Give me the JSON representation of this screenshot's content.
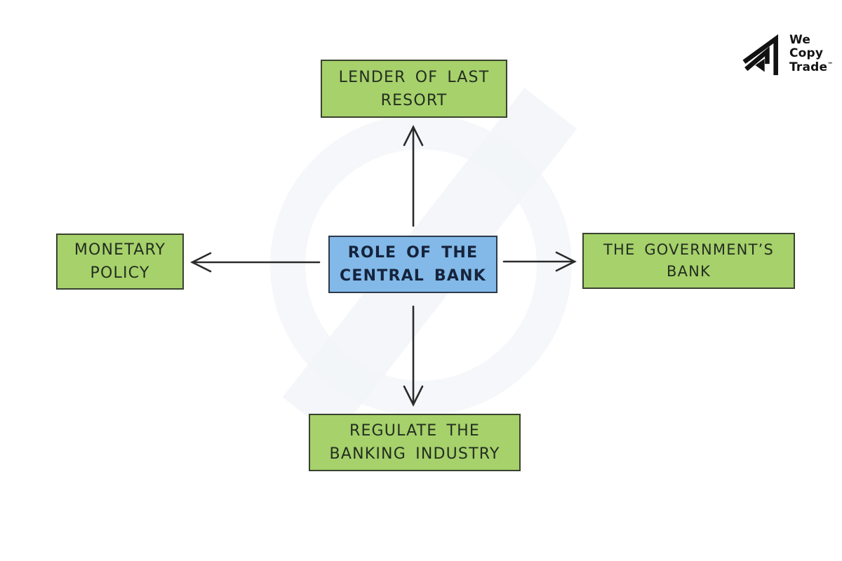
{
  "logo": {
    "line1": "We",
    "line2": "Copy",
    "line3": "Trade",
    "tm": "™",
    "color": "#121212"
  },
  "diagram": {
    "title": "Role of the Central Bank",
    "center": {
      "line1": "ROLE OF THE",
      "line2": "CENTRAL BANK",
      "fill": "#82b9e8",
      "border": "#2c3a4a"
    },
    "nodes": {
      "top": {
        "line1": "LENDER OF LAST",
        "line2": "RESORT",
        "fill": "#a6d16b"
      },
      "left": {
        "line1": "MONETARY",
        "line2": "POLICY",
        "fill": "#a6d16b"
      },
      "right": {
        "line1": "THE GOVERNMENT’S",
        "line2": "BANK",
        "fill": "#a6d16b"
      },
      "bottom": {
        "line1": "REGULATE THE",
        "line2": "BANKING INDUSTRY",
        "fill": "#a6d16b"
      }
    },
    "arrow_color": "#2b2b2b",
    "watermark_color": "#eef1f5"
  }
}
